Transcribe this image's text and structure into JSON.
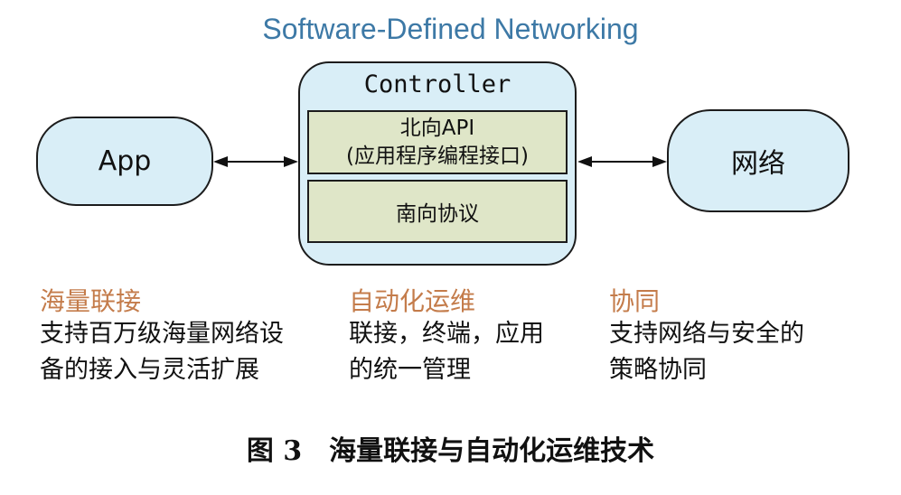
{
  "title": "Software-Defined Networking",
  "app_label": "App",
  "controller": {
    "label": "Controller",
    "north_line1": "北向API",
    "north_line2": "(应用程序编程接口)",
    "south": "南向协议"
  },
  "network_label": "网络",
  "features": [
    {
      "heading": "海量联接",
      "line1": "支持百万级海量网络设",
      "line2": "备的接入与灵活扩展"
    },
    {
      "heading": "自动化运维",
      "line1": "联接，终端，应用",
      "line2": "的统一管理"
    },
    {
      "heading": "协同",
      "line1": "支持网络与安全的",
      "line2": "策略协同"
    }
  ],
  "caption": "图 3　海量联接与自动化运维技术",
  "colors": {
    "box_fill": "#d9eef7",
    "inner_fill": "#dfe6c8",
    "title": "#3d79a6",
    "heading": "#c47c4b"
  }
}
